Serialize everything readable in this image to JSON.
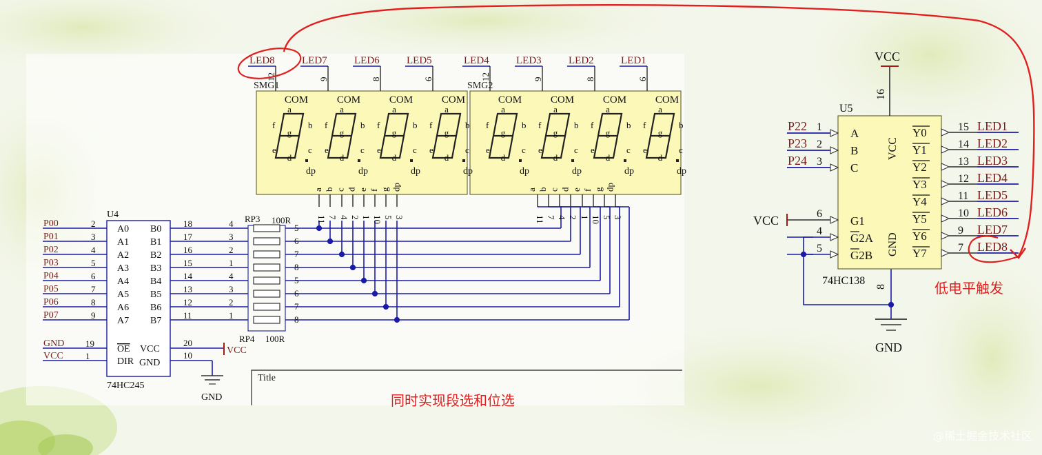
{
  "segment_display": {
    "com_label": "COM",
    "dp_label": "dp",
    "segment_letters": [
      "a",
      "b",
      "c",
      "d",
      "e",
      "f",
      "g"
    ],
    "bottom_pin_letters": [
      "a",
      "b",
      "c",
      "d",
      "e",
      "f",
      "g",
      "dp"
    ],
    "bottom_pin_numbers": [
      "11",
      "7",
      "4",
      "2",
      "1",
      "10",
      "5",
      "3"
    ],
    "modules": [
      {
        "ref": "SMG1",
        "com_pins": [
          {
            "net": "LED8",
            "pin": "12"
          },
          {
            "net": "LED7",
            "pin": "9"
          },
          {
            "net": "LED6",
            "pin": "8"
          },
          {
            "net": "LED5",
            "pin": "6"
          }
        ]
      },
      {
        "ref": "SMG2",
        "com_pins": [
          {
            "net": "LED4",
            "pin": "12"
          },
          {
            "net": "LED3",
            "pin": "9"
          },
          {
            "net": "LED2",
            "pin": "8"
          },
          {
            "net": "LED1",
            "pin": "6"
          }
        ]
      }
    ]
  },
  "u4": {
    "ref": "U4",
    "part": "74HC245",
    "left_nets": [
      "P00",
      "P01",
      "P02",
      "P03",
      "P04",
      "P05",
      "P06",
      "P07"
    ],
    "left_pin_nums": [
      "2",
      "3",
      "4",
      "5",
      "6",
      "7",
      "8",
      "9"
    ],
    "a_labels": [
      "A0",
      "A1",
      "A2",
      "A3",
      "A4",
      "A5",
      "A6",
      "A7"
    ],
    "b_labels": [
      "B0",
      "B1",
      "B2",
      "B3",
      "B4",
      "B5",
      "B6",
      "B7"
    ],
    "right_pin_nums": [
      "18",
      "17",
      "16",
      "15",
      "14",
      "13",
      "12",
      "11"
    ],
    "ctrl": [
      {
        "net": "GND",
        "pin": "19",
        "label": "OE"
      },
      {
        "net": "VCC",
        "pin": "1",
        "label": "DIR"
      }
    ],
    "vcc_label": "VCC",
    "gnd_label": "GND",
    "vcc_pin": "20",
    "gnd_pin": "10",
    "vcc_net": "VCC",
    "gnd_net": "GND"
  },
  "resistor_packs": {
    "rp3_ref": "RP3",
    "rp3_value": "100R",
    "rp4_ref": "RP4",
    "rp4_value": "100R",
    "left_pins": [
      "4",
      "3",
      "2",
      "1",
      "4",
      "3",
      "2",
      "1"
    ],
    "right_pins": [
      "5",
      "6",
      "7",
      "8",
      "5",
      "6",
      "7",
      "8"
    ]
  },
  "u5": {
    "ref": "U5",
    "part": "74HC138",
    "inputs": [
      {
        "net": "P22",
        "pin": "1",
        "label": "A"
      },
      {
        "net": "P23",
        "pin": "2",
        "label": "B"
      },
      {
        "net": "P24",
        "pin": "3",
        "label": "C"
      }
    ],
    "enables": [
      {
        "pin": "6",
        "label": "G1"
      },
      {
        "pin": "4",
        "label": "G2A"
      },
      {
        "pin": "5",
        "label": "G2B"
      }
    ],
    "enable_net": "VCC",
    "vcc_label": "VCC",
    "vcc_pin": "16",
    "vcc_net": "VCC",
    "gnd_label": "GND",
    "gnd_pin": "8",
    "gnd_net": "GND",
    "outputs": [
      {
        "label": "Y0",
        "pin": "15",
        "net": "LED1"
      },
      {
        "label": "Y1",
        "pin": "14",
        "net": "LED2"
      },
      {
        "label": "Y2",
        "pin": "13",
        "net": "LED3"
      },
      {
        "label": "Y3",
        "pin": "12",
        "net": "LED4"
      },
      {
        "label": "Y4",
        "pin": "11",
        "net": "LED5"
      },
      {
        "label": "Y5",
        "pin": "10",
        "net": "LED6"
      },
      {
        "label": "Y6",
        "pin": "9",
        "net": "LED7"
      },
      {
        "label": "Y7",
        "pin": "7",
        "net": "LED8"
      }
    ]
  },
  "title_block": {
    "label": "Title"
  },
  "annotations": {
    "segment_note": "同时实现段选和位选",
    "trigger_note": "低电平触发"
  },
  "watermark": "@稀土掘金技术社区",
  "colors": {
    "wire": "#1a1aa8",
    "component_fill": "#fbf8b8",
    "pin_line": "#2a2a2a",
    "annotation_red": "#e02020"
  }
}
